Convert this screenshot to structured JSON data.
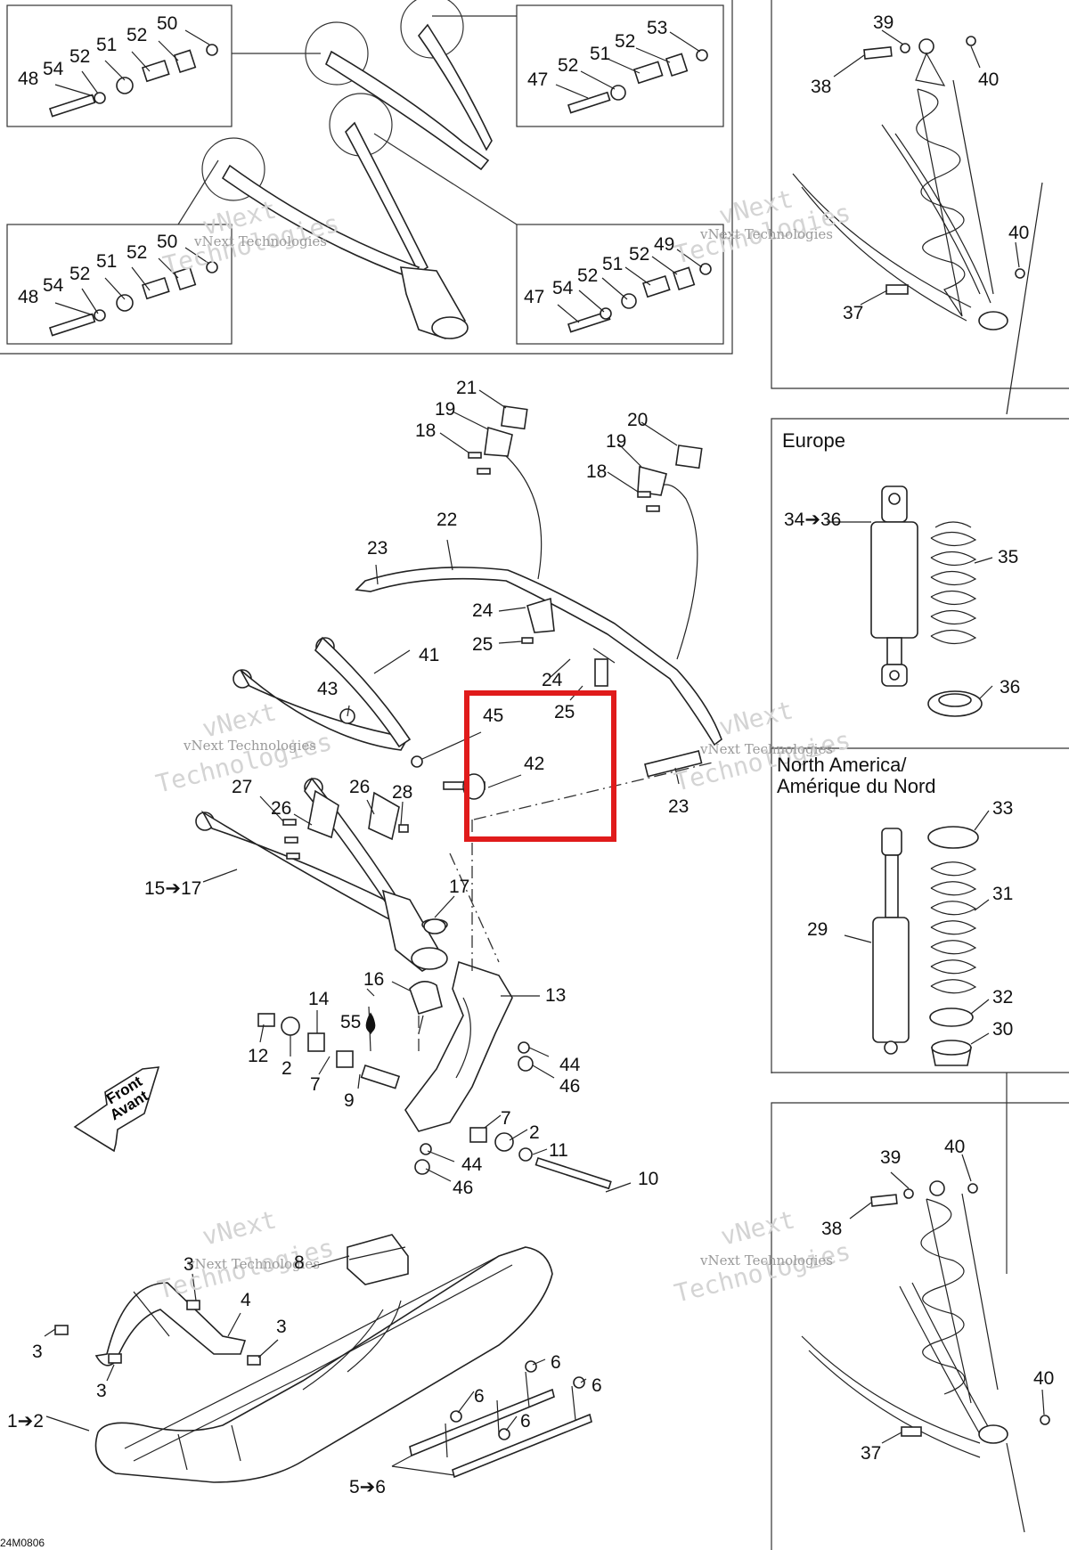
{
  "diagram": {
    "doc_code": "24M0806",
    "regions": {
      "europe": "Europe",
      "north_america_1": "North America/",
      "north_america_2": "Amérique du Nord"
    },
    "front_arrow": {
      "line1": "Front",
      "line2": "Avant"
    },
    "watermark": {
      "line1": "vNext",
      "line2": "Technologies",
      "inline": "vNext Technologies"
    },
    "highlight_color": "#e01b1b",
    "callouts": {
      "c1": "48",
      "c2": "54",
      "c3": "52",
      "c4": "51",
      "c5": "52",
      "c6": "50",
      "c7": "47",
      "c8": "52",
      "c9": "51",
      "c10": "52",
      "c11": "53",
      "c12": "48",
      "c13": "54",
      "c14": "52",
      "c15": "51",
      "c16": "52",
      "c17": "50",
      "c18": "47",
      "c19": "54",
      "c20": "52",
      "c21": "51",
      "c22": "52",
      "c23": "49",
      "c24": "39",
      "c25": "38",
      "c26": "40",
      "c27": "40",
      "c28": "37",
      "c29": "21",
      "c30": "19",
      "c31": "18",
      "c32": "20",
      "c33": "19",
      "c34": "18",
      "c35": "22",
      "c36": "23",
      "c37": "24",
      "c38": "25",
      "c39": "41",
      "c40": "43",
      "c41": "24",
      "c42": "25",
      "c43": "45",
      "c44": "42",
      "c45": "23",
      "c46": "27",
      "c47": "26",
      "c48": "26",
      "c49": "28",
      "c50": "15➔17",
      "c51": "17",
      "c52": "16",
      "c53": "13",
      "c54": "14",
      "c55": "55",
      "c56": "12",
      "c57": "2",
      "c58": "7",
      "c59": "9",
      "c60": "44",
      "c61": "46",
      "c62": "7",
      "c63": "2",
      "c64": "11",
      "c65": "44",
      "c66": "46",
      "c67": "10",
      "c68": "34➔36",
      "c69": "35",
      "c70": "36",
      "c71": "33",
      "c72": "31",
      "c73": "29",
      "c74": "32",
      "c75": "30",
      "c76": "39",
      "c77": "40",
      "c78": "38",
      "c79": "40",
      "c80": "37",
      "c81": "3",
      "c82": "8",
      "c83": "4",
      "c84": "3",
      "c85": "3",
      "c86": "3",
      "c87": "1➔2",
      "c88": "6",
      "c89": "6",
      "c90": "6",
      "c91": "6",
      "c92": "5➔6"
    }
  }
}
